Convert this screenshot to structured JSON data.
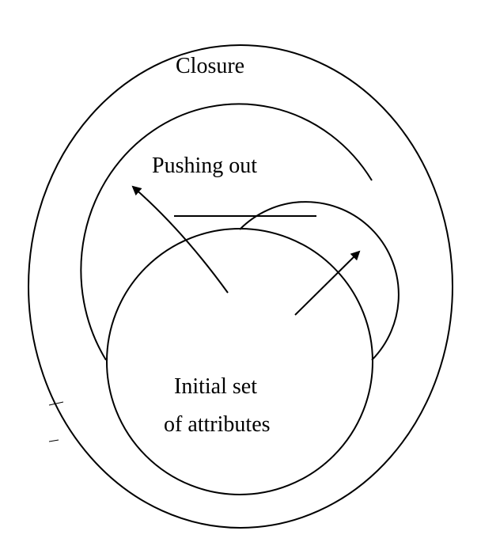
{
  "labels": {
    "closure": "Closure",
    "pushing_out": "Pushing out",
    "initial_line1": "Initial set",
    "initial_line2": "of attributes"
  },
  "colors": {
    "stroke": "#000000",
    "background": "#ffffff"
  }
}
